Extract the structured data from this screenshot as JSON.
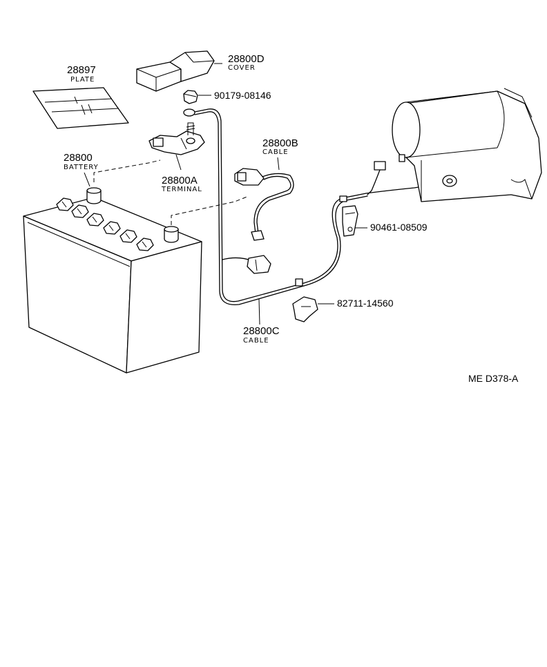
{
  "diagram_code": "ME  D378-A",
  "parts": {
    "plate": {
      "number": "28897",
      "name": "PLATE"
    },
    "cover": {
      "number": "28800D",
      "name": "COVER"
    },
    "nut": {
      "number": "90179-08146"
    },
    "battery": {
      "number": "28800",
      "name": "BATTERY"
    },
    "terminal": {
      "number": "28800A",
      "name": "TERMINAL"
    },
    "cable_b": {
      "number": "28800B",
      "name": "CABLE"
    },
    "bracket": {
      "number": "90461-08509"
    },
    "clamp": {
      "number": "82711-14560"
    },
    "cable_c": {
      "number": "28800C",
      "name": "CABLE"
    }
  }
}
